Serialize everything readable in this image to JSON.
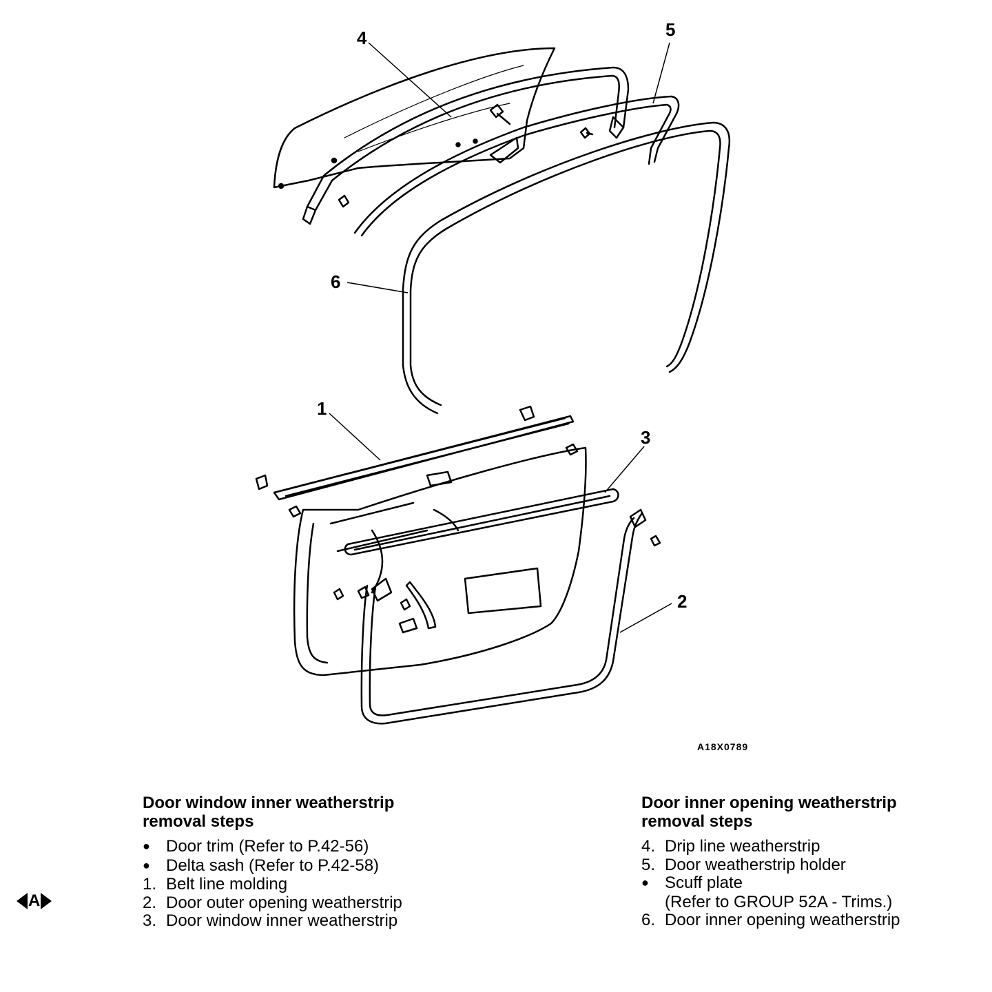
{
  "callouts": {
    "c1": "1",
    "c2": "2",
    "c3": "3",
    "c4": "4",
    "c5": "5",
    "c6": "6"
  },
  "figure_code": "A18X0789",
  "left_steps": {
    "heading_line1": "Door window inner weatherstrip",
    "heading_line2": "removal steps",
    "items": [
      {
        "mark": "bullet",
        "text": "Door trim (Refer to P.42-56)"
      },
      {
        "mark": "bullet",
        "text": "Delta sash (Refer to P.42-58)"
      },
      {
        "mark": "1.",
        "text": "Belt line molding"
      },
      {
        "mark": "2.",
        "text": "Door outer opening weatherstrip"
      },
      {
        "mark": "3.",
        "text": "Door window inner weatherstrip"
      }
    ]
  },
  "right_steps": {
    "heading_line1": "Door inner opening weatherstrip",
    "heading_line2": "removal steps",
    "items": [
      {
        "mark": "4.",
        "text": "Drip line weatherstrip"
      },
      {
        "mark": "5.",
        "text": "Door weatherstrip holder"
      },
      {
        "mark": "bullet",
        "text": "Scuff plate"
      },
      {
        "mark": "",
        "text": "(Refer to GROUP 52A - Trims.)"
      },
      {
        "mark": "6.",
        "text": "Door inner opening weatherstrip"
      }
    ]
  },
  "side_marker": {
    "letter": "A",
    "icon": "double-arrow-marker-icon"
  }
}
